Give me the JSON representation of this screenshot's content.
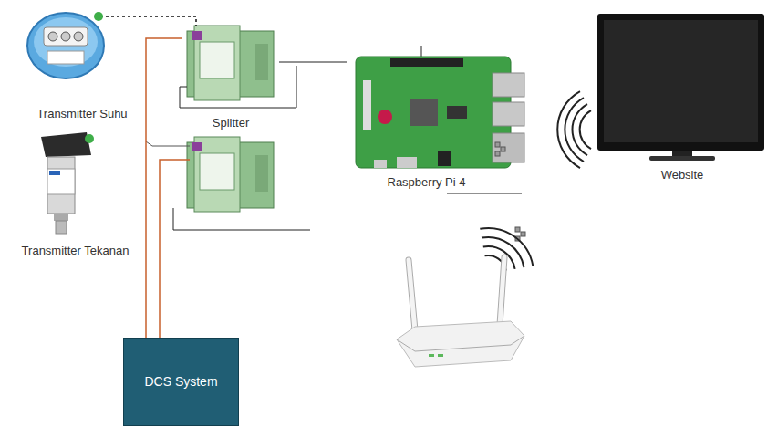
{
  "diagram": {
    "nodes": [
      {
        "text": [
          "Transmitter Suhu"
        ]
      },
      {
        "text": [
          "Splitter"
        ]
      },
      {
        "text": [
          "Transmitter Tekanan"
        ]
      },
      {
        "text": [
          "Raspberry Pi 4"
        ]
      },
      {
        "text": [
          "Website"
        ]
      },
      {
        "text": [
          "DCS System"
        ]
      }
    ],
    "edges": [
      {
        "from": 0,
        "to": 1,
        "arrow": "none"
      },
      {
        "from": 1,
        "to": 3,
        "arrow": "none"
      },
      {
        "from": 1,
        "to": 5,
        "arrow": "none"
      }
    ]
  }
}
